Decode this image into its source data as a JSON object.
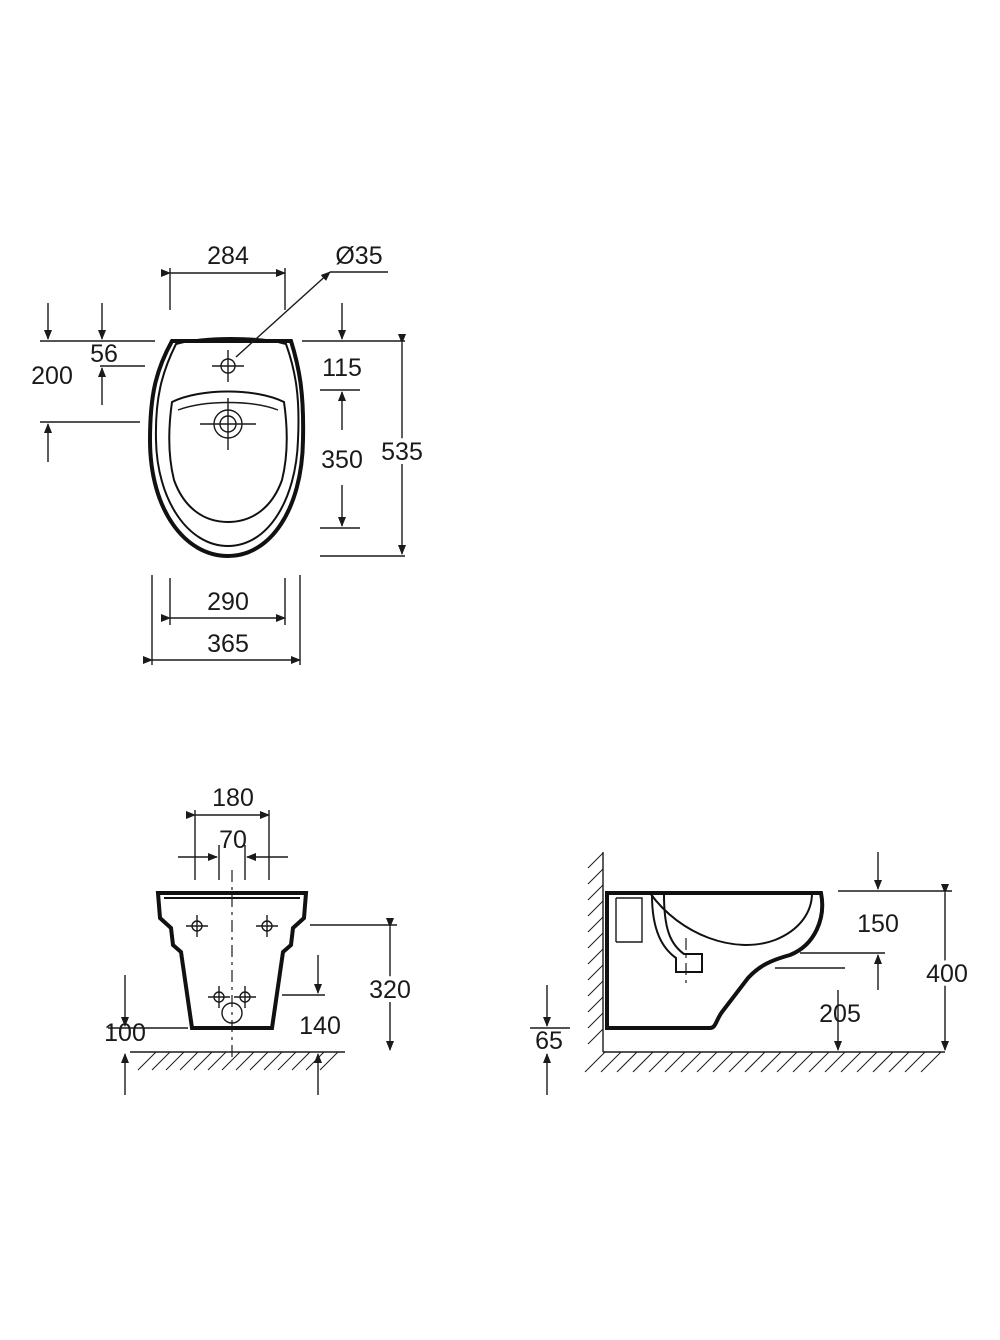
{
  "top_view": {
    "width_284": "284",
    "hole_dia": "Ø35",
    "offset_56": "56",
    "offset_200": "200",
    "depth_115": "115",
    "bowl_350": "350",
    "length_535": "535",
    "width_290": "290",
    "width_365": "365"
  },
  "front_view": {
    "span_180": "180",
    "span_70": "70",
    "height_320": "320",
    "height_100": "100",
    "height_140": "140"
  },
  "side_view": {
    "depth_150": "150",
    "height_400": "400",
    "height_205": "205",
    "height_65": "65"
  }
}
